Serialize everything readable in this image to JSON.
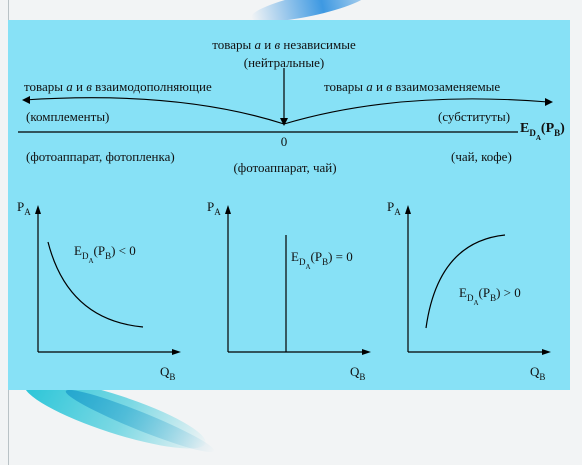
{
  "top_scale": {
    "independent_line1_prefix": "товары ",
    "independent_line1_a": "а",
    "independent_line1_mid": " и ",
    "independent_line1_b": "в",
    "independent_line1_suffix": " независимые",
    "independent_line2": "(нейтральные)",
    "complements_prefix": "товары ",
    "complements_a": "а",
    "complements_mid": " и ",
    "complements_b": "в",
    "complements_suffix": " взаимодополняющие",
    "complements_term": "(комплементы)",
    "complements_example": "(фотоаппарат, фотопленка)",
    "substitutes_prefix": "товары ",
    "substitutes_a": "а",
    "substitutes_mid": " и ",
    "substitutes_b": "в",
    "substitutes_suffix": " взаимозаменяемые",
    "substitutes_term": "(субституты)",
    "substitutes_example": "(чай, кофе)",
    "zero": "0",
    "neutral_example": "(фотоаппарат, чай)",
    "axis_E": "E",
    "axis_D": "D",
    "axis_A": "A",
    "axis_P": "(P",
    "axis_B": "B",
    "axis_close": ")"
  },
  "graphs": [
    {
      "y_P": "P",
      "y_sub": "A",
      "x_Q": "Q",
      "x_sub": "B",
      "f_E": "E",
      "f_D": "D",
      "f_A": "A",
      "f_P": "(P",
      "f_B": "B",
      "f_rel": ") < 0"
    },
    {
      "y_P": "P",
      "y_sub": "A",
      "x_Q": "Q",
      "x_sub": "B",
      "f_E": "E",
      "f_D": "D",
      "f_A": "A",
      "f_P": "(P",
      "f_B": "B",
      "f_rel": ") = 0"
    },
    {
      "y_P": "P",
      "y_sub": "A",
      "x_Q": "Q",
      "x_sub": "B",
      "f_E": "E",
      "f_D": "D",
      "f_A": "A",
      "f_P": "(P",
      "f_B": "B",
      "f_rel": ") > 0"
    }
  ],
  "colors": {
    "panel": "#87e1f6",
    "background": "#f2f4f5",
    "streak_blue": "#2a8fe0",
    "streak_teal": "#1cc2d6"
  }
}
